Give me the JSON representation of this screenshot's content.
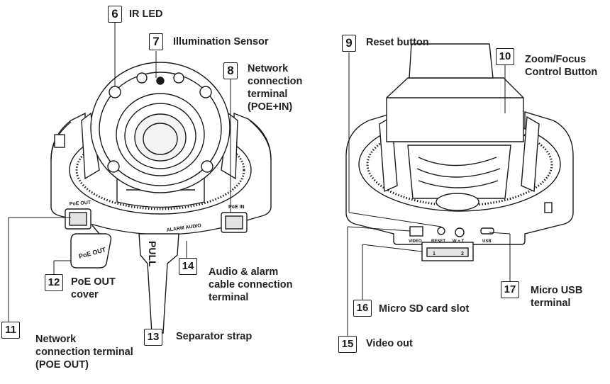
{
  "callouts": [
    {
      "num": "6",
      "lines": [
        "IR LED"
      ]
    },
    {
      "num": "7",
      "lines": [
        "Illumination Sensor"
      ]
    },
    {
      "num": "8",
      "lines": [
        "Network",
        "connection",
        "terminal",
        "(POE+IN)"
      ]
    },
    {
      "num": "9",
      "lines": [
        "Reset button"
      ]
    },
    {
      "num": "10",
      "lines": [
        "Zoom/Focus",
        "Control Button"
      ]
    },
    {
      "num": "11",
      "lines": [
        "Network",
        "connection terminal",
        "(POE OUT)"
      ]
    },
    {
      "num": "12",
      "lines": [
        "PoE OUT",
        "cover"
      ]
    },
    {
      "num": "13",
      "lines": [
        "Separator strap"
      ]
    },
    {
      "num": "14",
      "lines": [
        "Audio & alarm",
        "cable connection",
        "terminal"
      ]
    },
    {
      "num": "15",
      "lines": [
        "Video out"
      ]
    },
    {
      "num": "16",
      "lines": [
        "Micro SD card slot"
      ]
    },
    {
      "num": "17",
      "lines": [
        "Micro USB",
        "terminal"
      ]
    }
  ],
  "device_markings": {
    "poe_out_port": "PoE OUT",
    "poe_in_port": "PoE IN",
    "alarm_audio": "ALARM AUDIO",
    "strap": "PULL",
    "cover": "PoE OUT",
    "video": "VIDEO",
    "reset": "RESET",
    "usb": "USB",
    "zoom_focus": "W  +  T",
    "sd_numbers": [
      "1",
      "2"
    ]
  }
}
